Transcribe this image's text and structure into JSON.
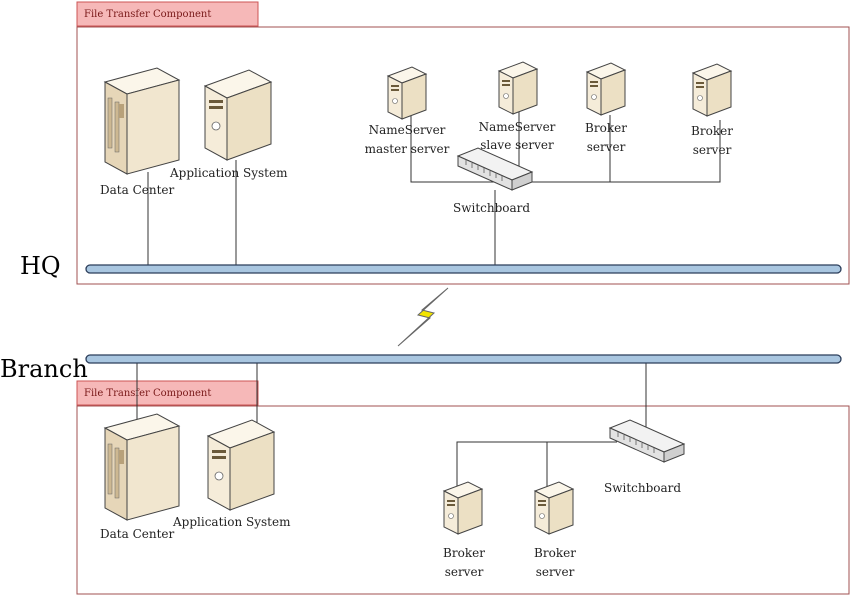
{
  "hq": {
    "component_label": "File Transfer Component",
    "site_label": "HQ",
    "data_center": "Data Center",
    "application_system": "Application System",
    "nameserver_master": [
      "NameServer",
      "master server"
    ],
    "nameserver_slave": [
      "NameServer",
      "slave server"
    ],
    "broker_1": [
      "Broker",
      "server"
    ],
    "broker_2": [
      "Broker",
      "server"
    ],
    "switchboard": "Switchboard"
  },
  "branch": {
    "component_label": "File Transfer Component",
    "site_label": "Branch",
    "data_center": "Data Center",
    "application_system": "Application System",
    "broker_1": [
      "Broker",
      "server"
    ],
    "broker_2": [
      "Broker",
      "server"
    ],
    "switchboard": "Switchboard"
  },
  "icons": {
    "server_color": "#f1e6cf",
    "bus_color": "#a9c6e0",
    "lightning_color": "#f2e400"
  }
}
